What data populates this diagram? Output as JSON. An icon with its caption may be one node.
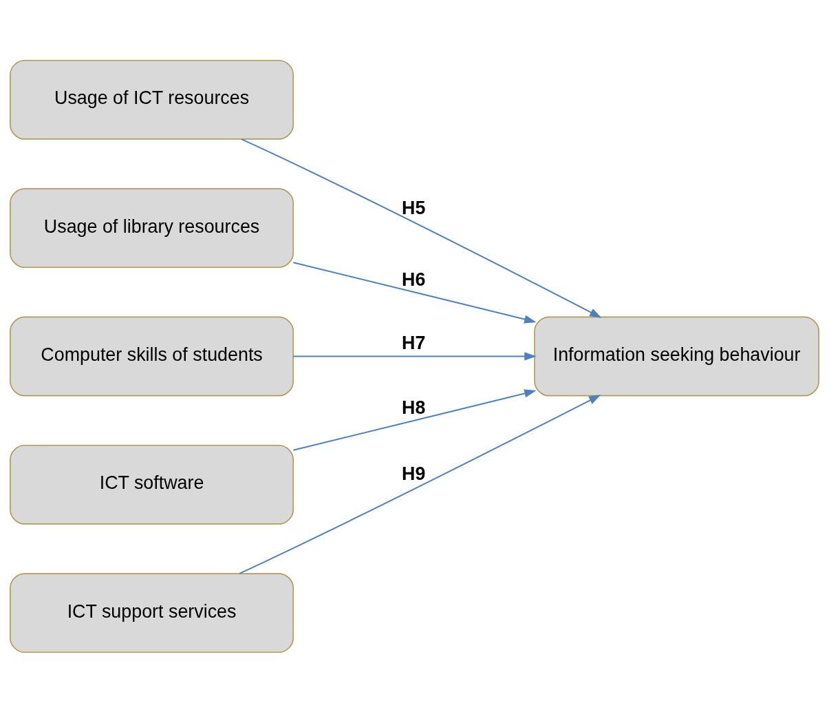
{
  "diagram": {
    "nodes": [
      {
        "text": [
          "Usage of ICT resources"
        ]
      },
      {
        "text": [
          "Usage of library resources"
        ]
      },
      {
        "text": [
          "Computer skills of students"
        ]
      },
      {
        "text": [
          "ICT software"
        ]
      },
      {
        "text": [
          "ICT support services"
        ]
      },
      {
        "text": [
          "Information seeking behaviour"
        ]
      }
    ],
    "edges": [
      {
        "from": 0,
        "to": 5,
        "arrow": "to",
        "label": "H5"
      },
      {
        "from": 1,
        "to": 5,
        "arrow": "to",
        "label": "H6"
      },
      {
        "from": 2,
        "to": 5,
        "arrow": "to",
        "label": "H7"
      },
      {
        "from": 3,
        "to": 5,
        "arrow": "to",
        "label": "H8"
      },
      {
        "from": 4,
        "to": 5,
        "arrow": "to",
        "label": "H9"
      }
    ]
  }
}
